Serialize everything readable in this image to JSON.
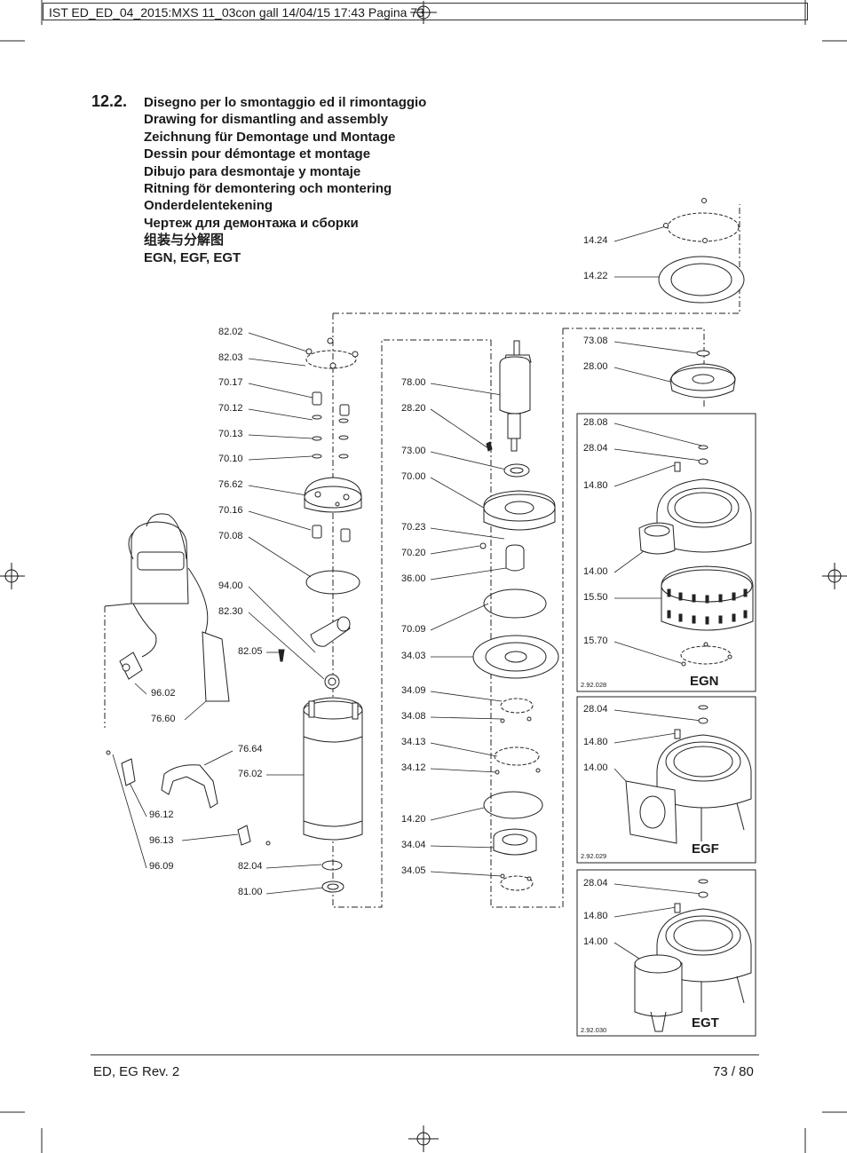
{
  "header": {
    "slug": "IST ED_ED_04_2015:MXS 11_03con gall  14/04/15  17:43  Pagina 73"
  },
  "section": {
    "number": "12.2.",
    "titles": [
      "Disegno per lo smontaggio ed il rimontaggio",
      "Drawing for dismantling and assembly",
      "Zeichnung für Demontage und Montage",
      "Dessin pour démontage et montage",
      "Dibujo para desmontaje y montaje",
      "Ritning för demontering och montering",
      "Onderdelentekening",
      "Чертеж для демонтажа и сборки",
      "组装与分解图",
      "EGN, EGF, EGT"
    ]
  },
  "labels": {
    "col1": [
      "82.02",
      "82.03",
      "70.17",
      "70.12",
      "70.13",
      "70.10",
      "76.62",
      "70.16",
      "70.08",
      "94.00",
      "82.30",
      "82.05",
      "96.02",
      "76.60",
      "76.64",
      "76.02",
      "96.12",
      "96.13",
      "96.09",
      "82.04",
      "81.00"
    ],
    "col2": [
      "78.00",
      "28.20",
      "73.00",
      "70.00",
      "70.23",
      "70.20",
      "36.00",
      "70.09",
      "34.03",
      "34.09",
      "34.08",
      "34.13",
      "34.12",
      "14.20",
      "34.04",
      "34.05"
    ],
    "col3_top": [
      "14.24",
      "14.22",
      "73.08",
      "28.00"
    ],
    "egn": [
      "28.08",
      "28.04",
      "14.80",
      "14.00",
      "15.50",
      "15.70"
    ],
    "egf": [
      "28.04",
      "14.80",
      "14.00"
    ],
    "egt": [
      "28.04",
      "14.80",
      "14.00"
    ]
  },
  "variants": {
    "egn": {
      "name": "EGN",
      "figure": "2.92.028"
    },
    "egf": {
      "name": "EGF",
      "figure": "2.92.029"
    },
    "egt": {
      "name": "EGT",
      "figure": "2.92.030"
    }
  },
  "footer": {
    "left": "ED, EG Rev. 2",
    "right": "73 / 80"
  }
}
